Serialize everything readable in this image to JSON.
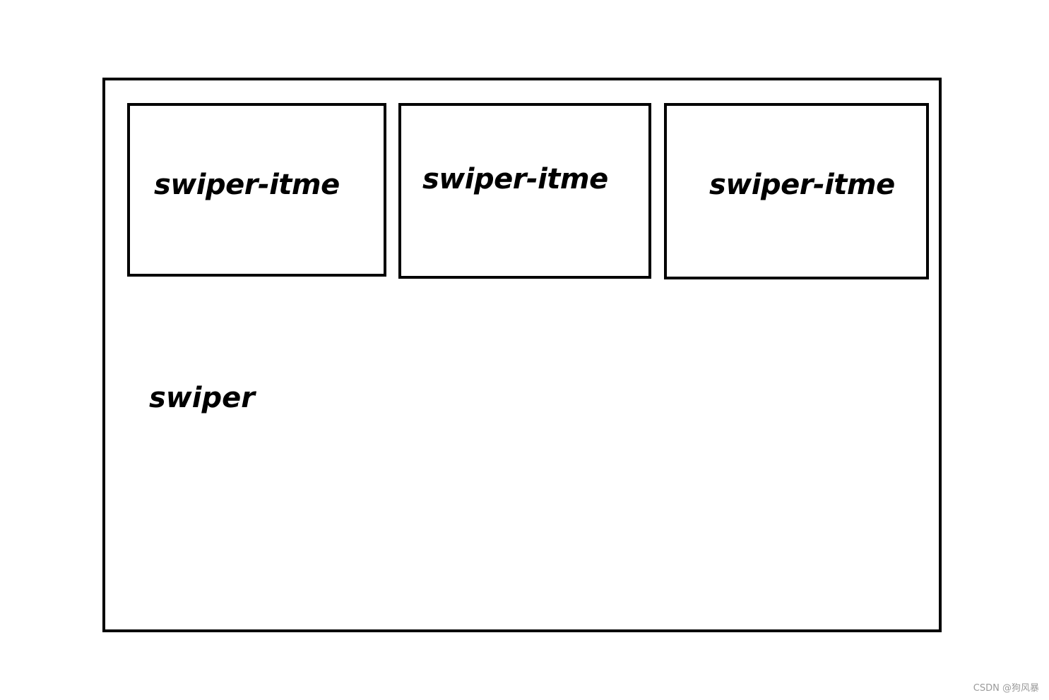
{
  "diagram": {
    "container": {
      "label": "swiper"
    },
    "items": [
      {
        "label": "swiper-itme"
      },
      {
        "label": "swiper-itme"
      },
      {
        "label": "swiper-itme"
      }
    ]
  },
  "watermark": "CSDN @狗风暴"
}
